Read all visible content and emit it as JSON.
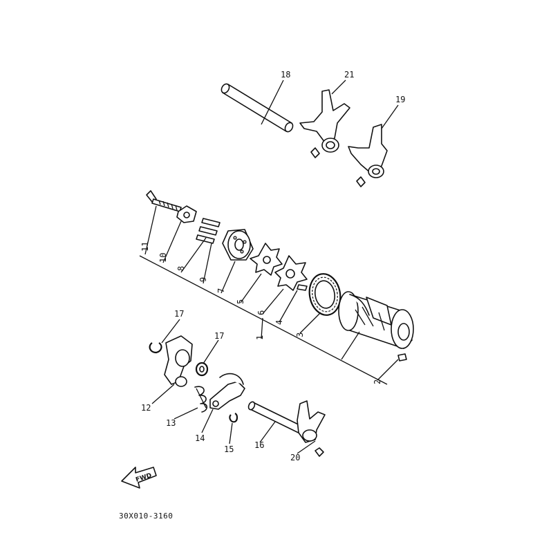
{
  "diagram": {
    "callouts": {
      "c1": "1",
      "c2": "2",
      "c3": "3",
      "c4": "4",
      "c5": "5",
      "c6": "6",
      "c7": "7",
      "c8": "8",
      "c9": "9",
      "c10": "10",
      "c11": "11",
      "c12": "12",
      "c13": "13",
      "c14": "14",
      "c15": "15",
      "c16": "16",
      "c17a": "17",
      "c17b": "17",
      "c18": "18",
      "c19": "19",
      "c20": "20",
      "c21": "21"
    },
    "fwd_label": "FWD",
    "figure_code": "30X010-3160",
    "line_color": "#111111",
    "background": "#ffffff"
  }
}
